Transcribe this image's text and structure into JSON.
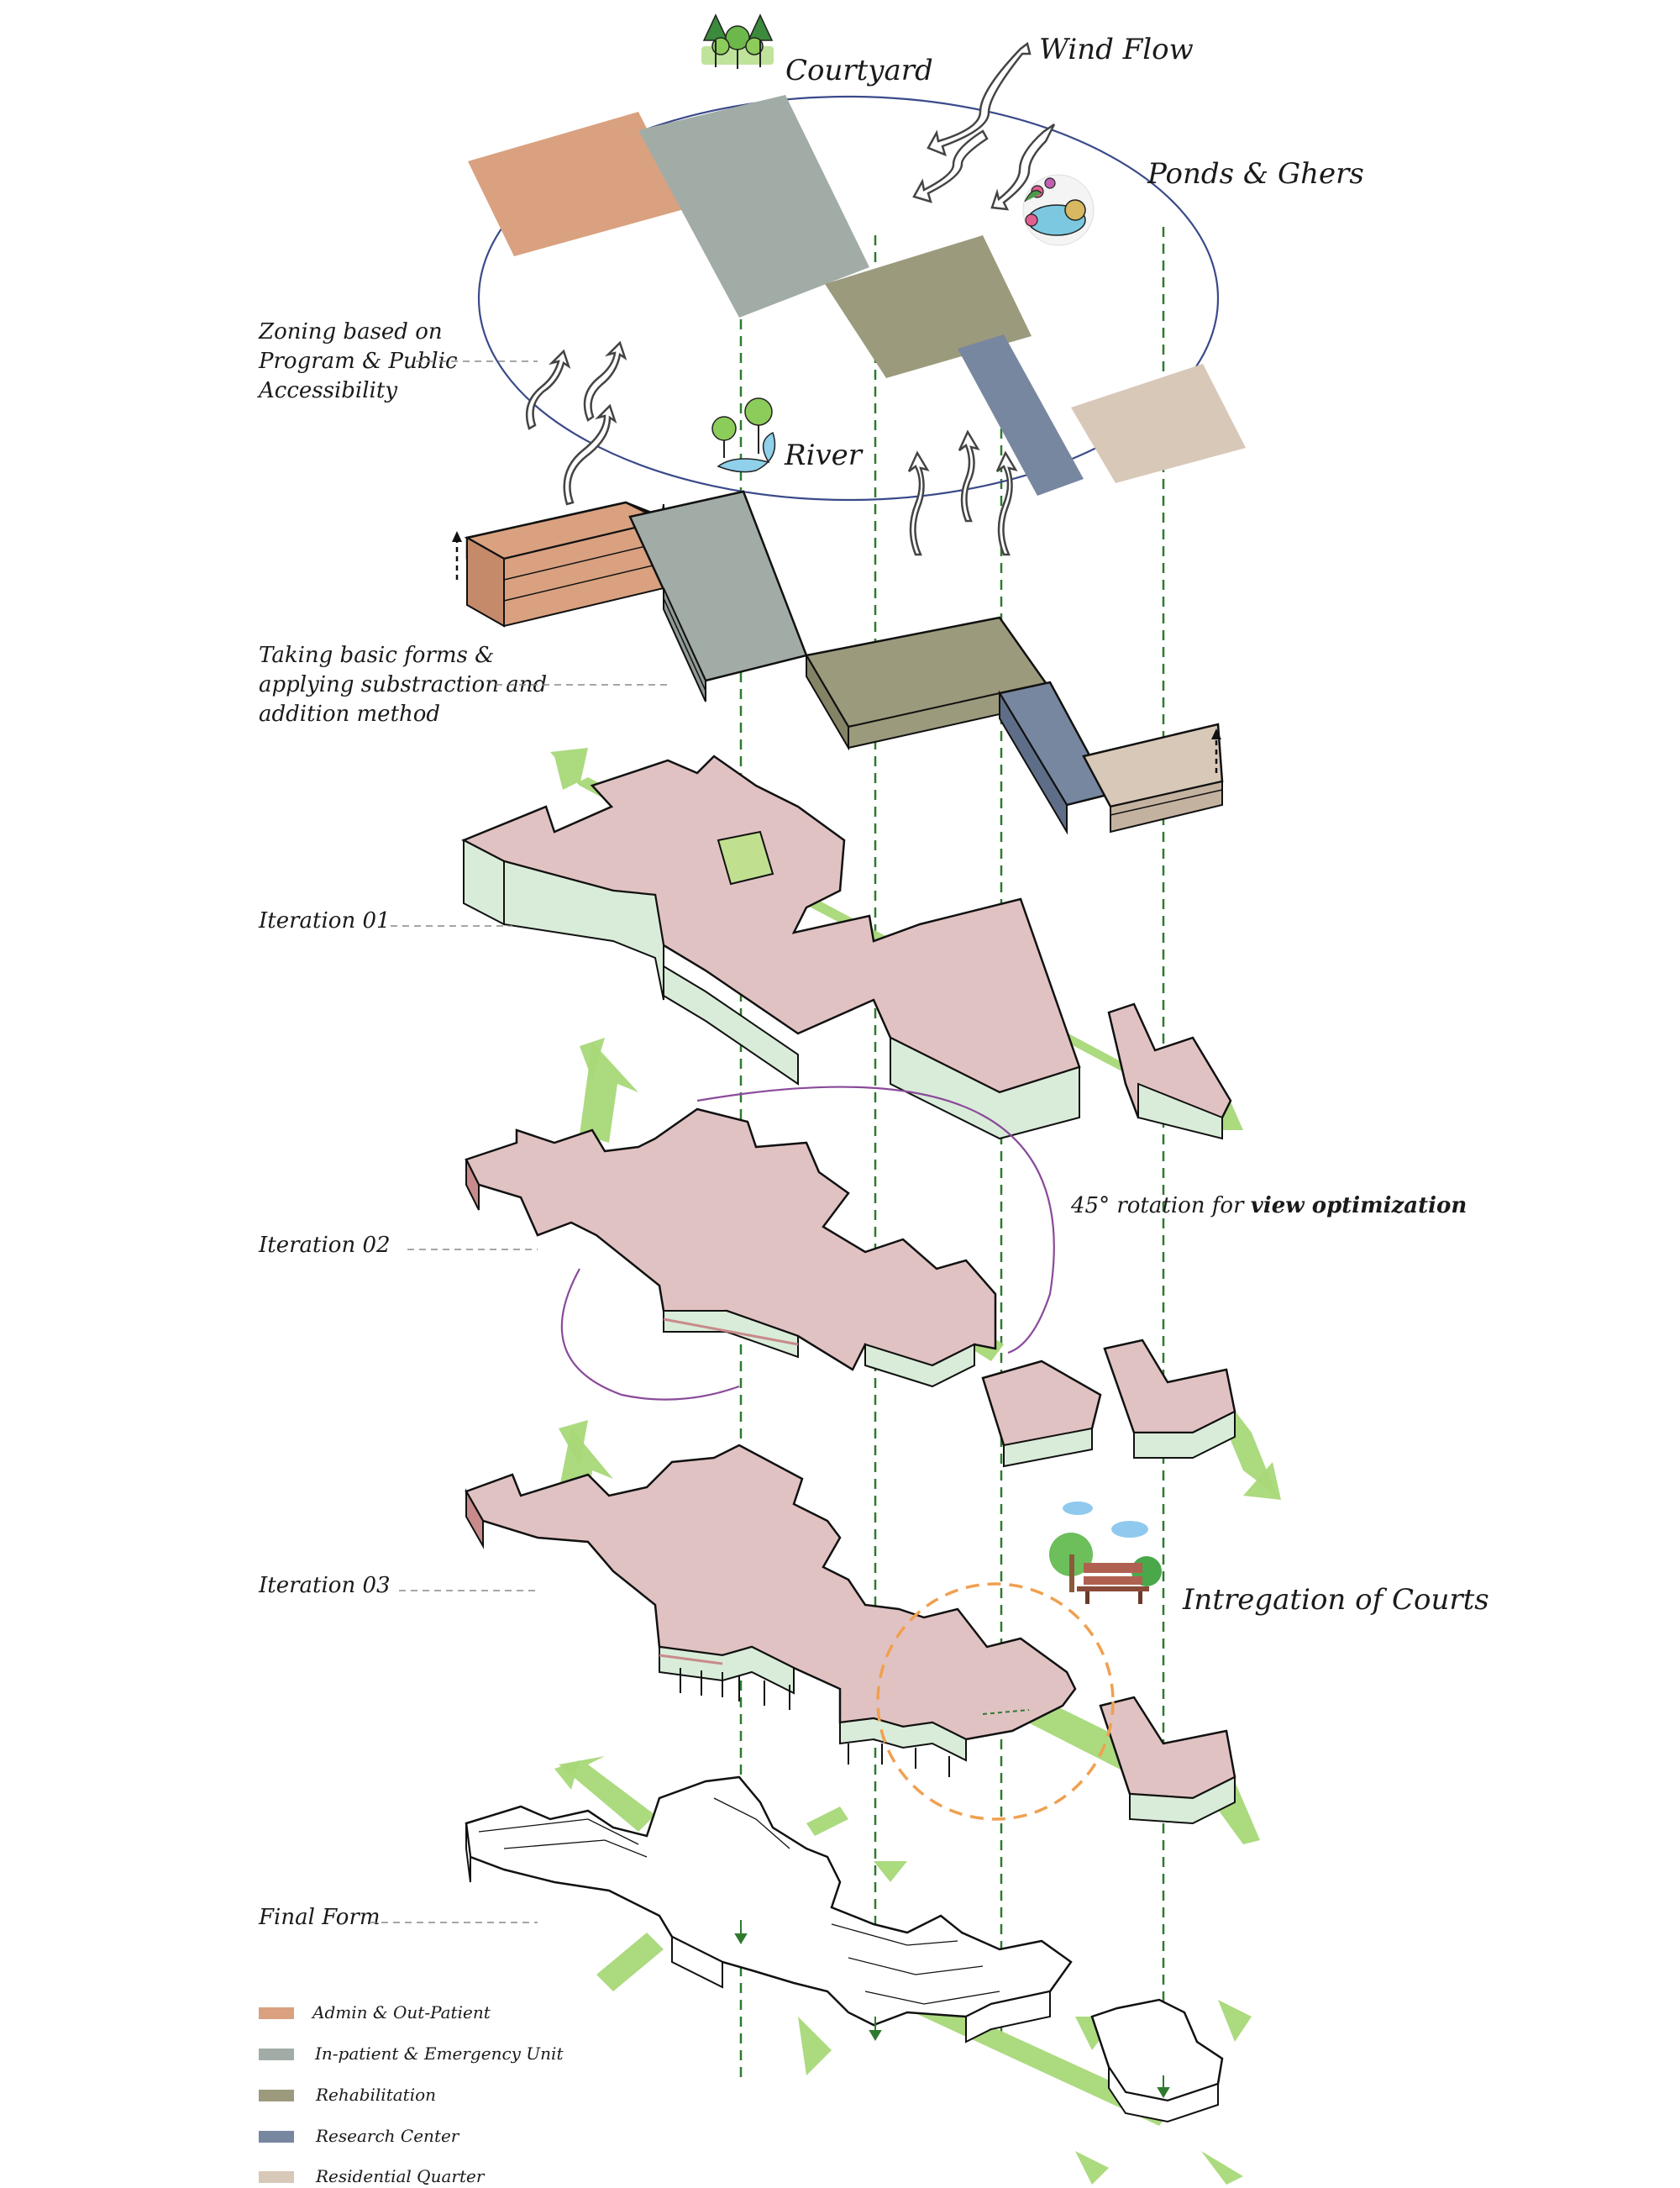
{
  "labels": {
    "courtyard": "Courtyard",
    "wind_flow": "Wind Flow",
    "ponds": "Ponds & Ghers",
    "river": "River",
    "zoning": [
      "Zoning based  on",
      "Program & Public",
      "Accessibility"
    ],
    "forms": [
      "Taking basic forms &",
      "applying substraction and",
      "addition method"
    ],
    "iteration1": "Iteration 01",
    "iteration2": "Iteration 02",
    "rotation_prefix": "45° rotation for ",
    "rotation_bold": "view optimization",
    "iteration3": "Iteration 03",
    "courts": "Intregation of Courts",
    "final_form": "Final Form"
  },
  "legend": [
    {
      "label": "Admin & Out-Patient",
      "color": "#d9a180"
    },
    {
      "label": "In-patient & Emergency Unit",
      "color": "#a2aca6"
    },
    {
      "label": "Rehabilitation",
      "color": "#9c9a7c"
    },
    {
      "label": "Research Center",
      "color": "#7887a0"
    },
    {
      "label": "Residential Quarter",
      "color": "#d8c8b8"
    }
  ],
  "colors": {
    "admin": "#d9a180",
    "inpatient": "#a2aca6",
    "rehab": "#9c9a7c",
    "research": "#7887a0",
    "residential": "#d8c8b8",
    "iteration_roof": "#e1c2c2",
    "iteration_side_band": "#d9ecd9",
    "green_arrow": "#a8d878",
    "guide_line": "#2f7a2f",
    "zoning_ellipse": "#3a4a8a",
    "rotation_arc": "#8a4a9a",
    "courts_circle": "#f0a050"
  }
}
